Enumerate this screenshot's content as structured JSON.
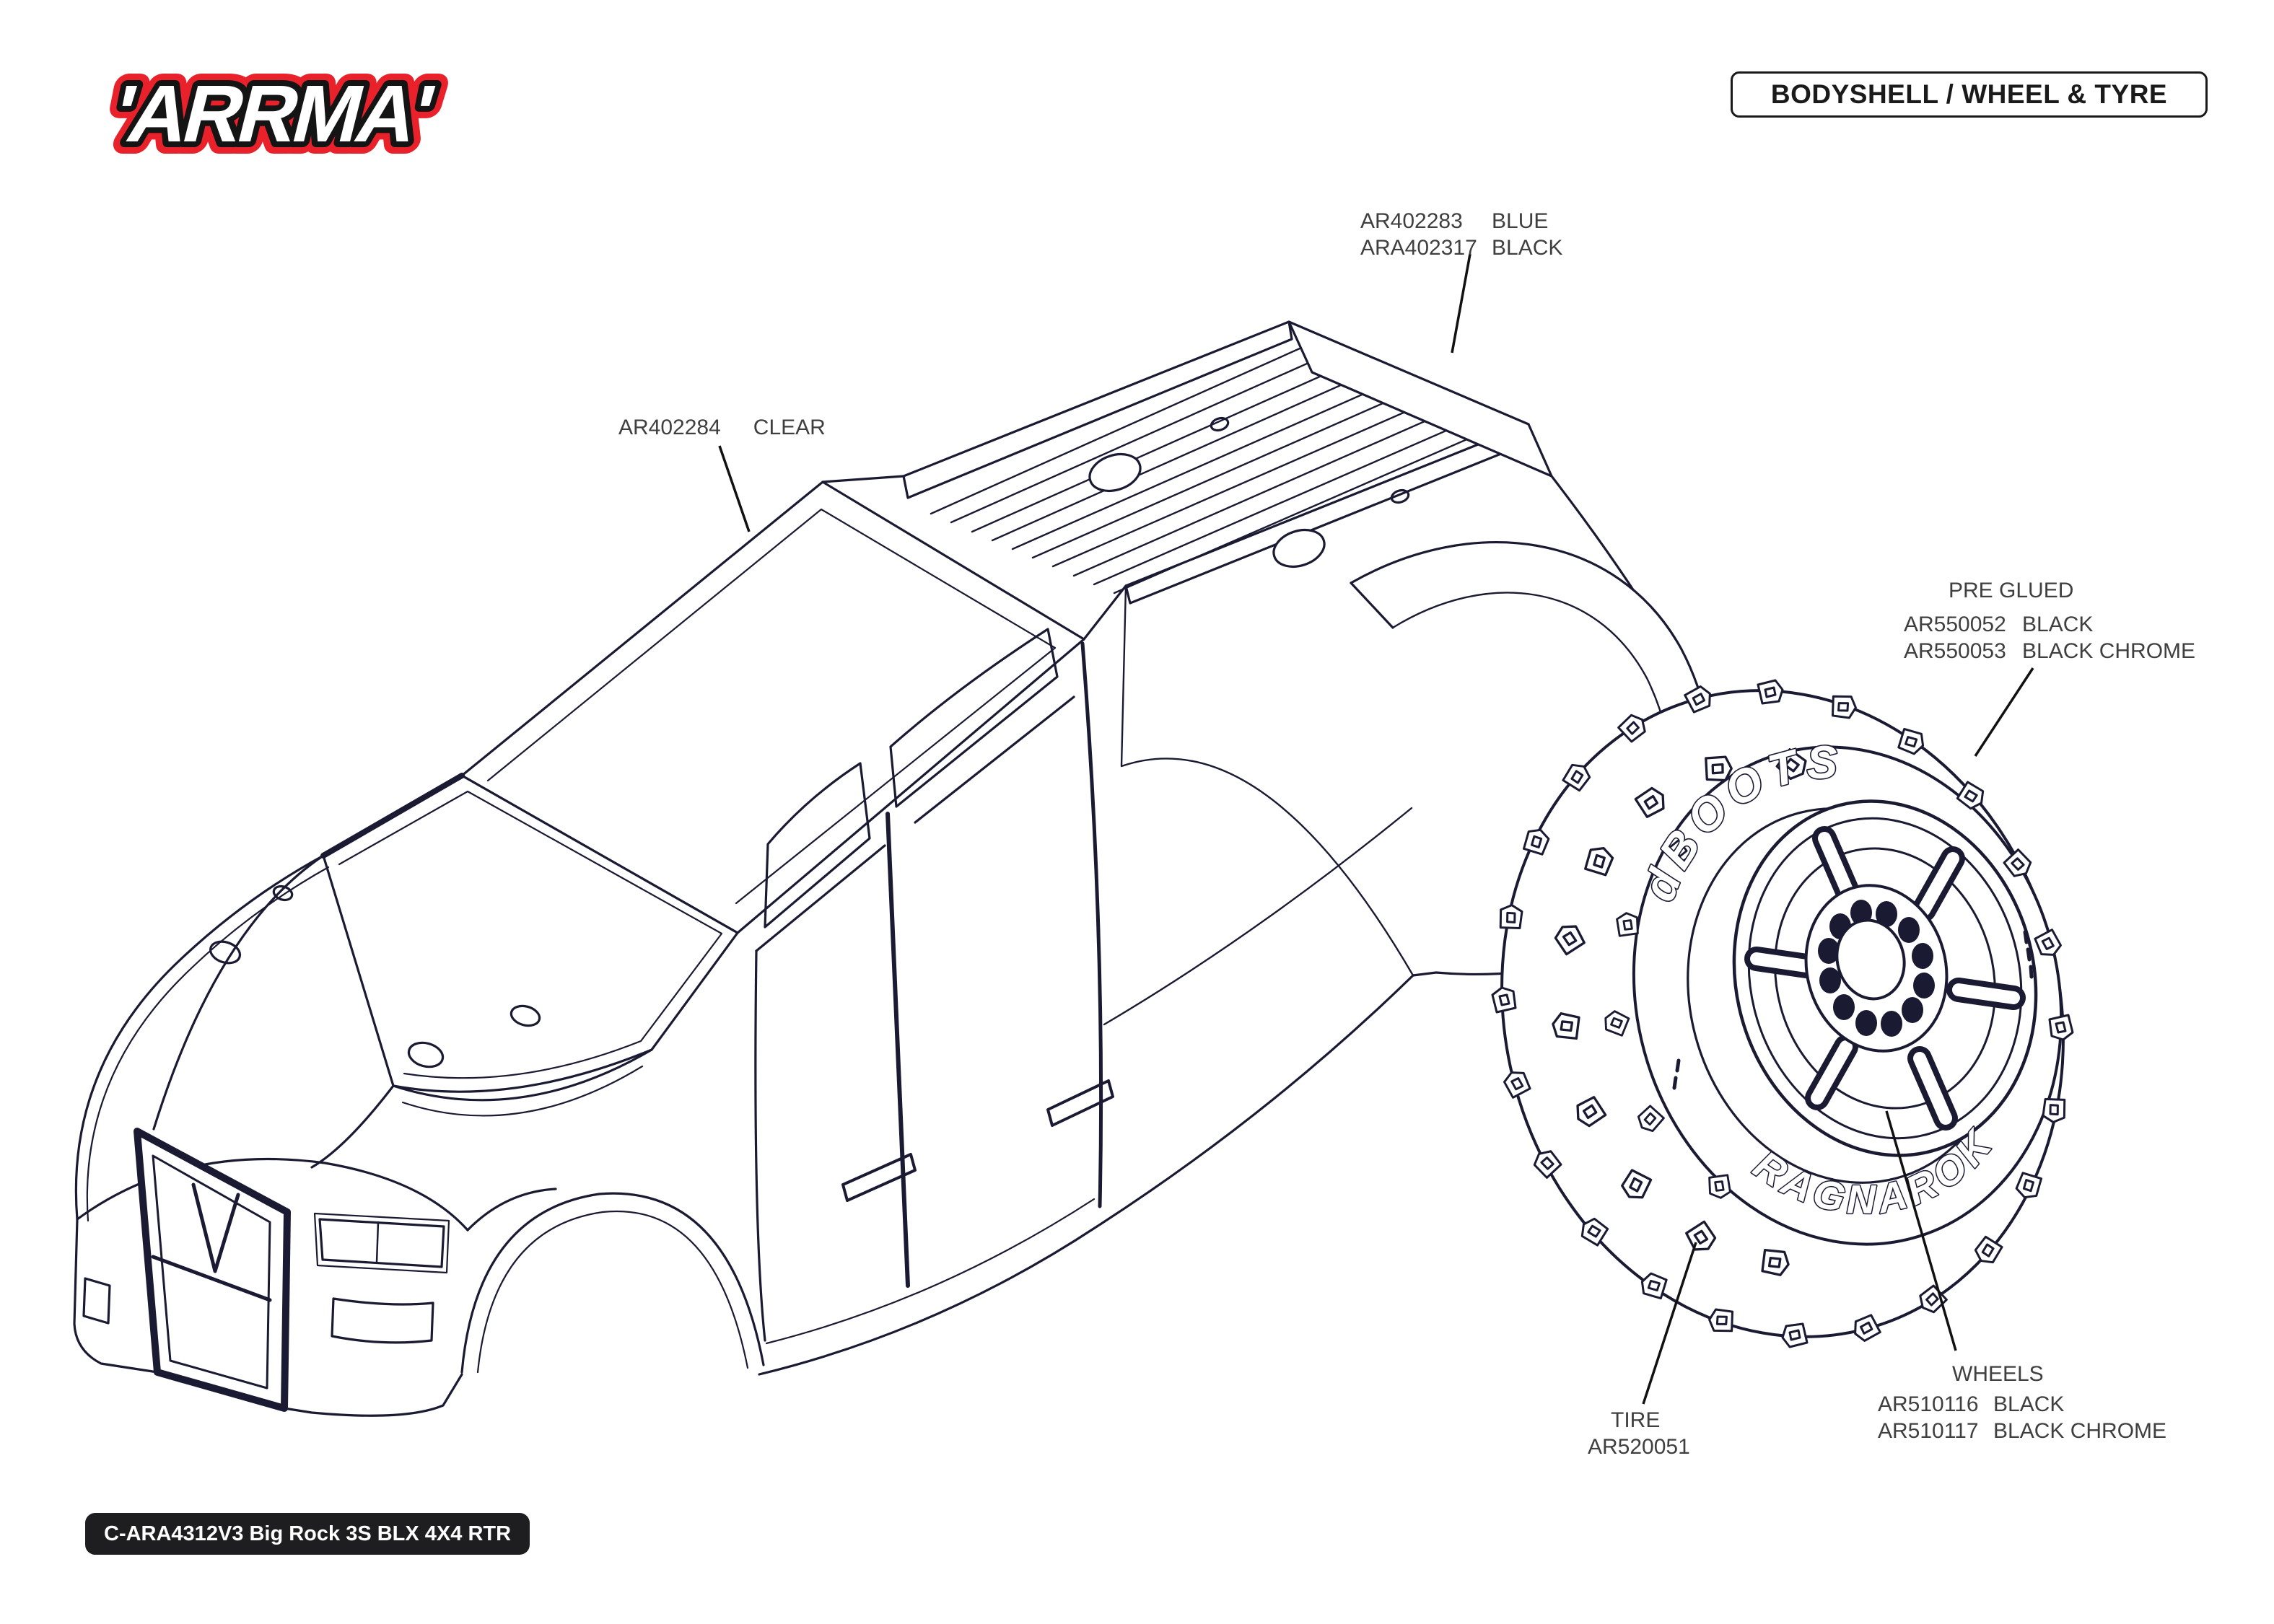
{
  "logo": {
    "text": "'ARRMA'",
    "red": "#e8212b",
    "dark": "#141414"
  },
  "header": {
    "title": "BODYSHELL / WHEEL & TYRE"
  },
  "diagram": {
    "line_color": "#1a1a33",
    "labels": {
      "bodyshell": {
        "rows": [
          {
            "part": "AR402283",
            "color": "BLUE"
          },
          {
            "part": "ARA402317",
            "color": "BLACK"
          }
        ]
      },
      "window": {
        "part": "AR402284",
        "color": "CLEAR"
      },
      "tires_pre_glued": {
        "heading": "PRE GLUED",
        "rows": [
          {
            "part": "AR550052",
            "color": "BLACK"
          },
          {
            "part": "AR550053",
            "color": "BLACK CHROME"
          }
        ]
      },
      "wheels": {
        "heading": "WHEELS",
        "rows": [
          {
            "part": "AR510116",
            "color": "BLACK"
          },
          {
            "part": "AR510117",
            "color": "BLACK CHROME"
          }
        ]
      },
      "tire": {
        "heading": "TIRE",
        "part": "AR520051"
      }
    },
    "wheel_sidewall": {
      "brand": "dBOOTS",
      "model": "RAGNAROK"
    }
  },
  "footer": {
    "model_code": "C-ARA4312V3 Big Rock 3S BLX 4X4 RTR"
  }
}
